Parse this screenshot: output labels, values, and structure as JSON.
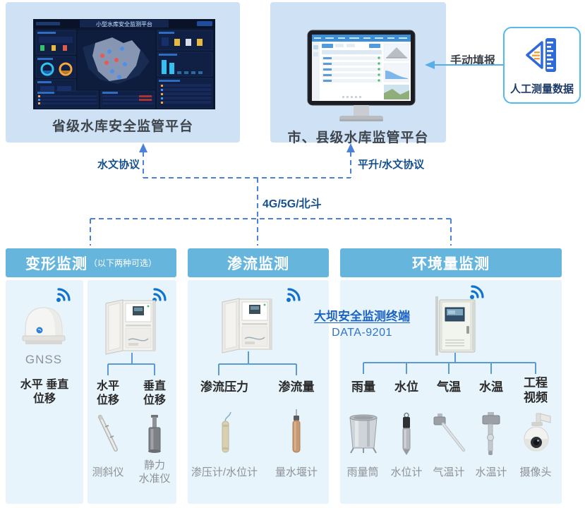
{
  "colors": {
    "top_box_bg": "#cfe1f5",
    "panel_header_bg": "#66b5dd",
    "panel_body_bg": "#e7f4fb",
    "dashed_link": "#4a82d9",
    "bracket_line": "#5b9bd5",
    "wifi_icon": "#1171cf",
    "terminal_blue": "#1b62c4",
    "protocol_text": "#15508e",
    "manual_box_border": "#55b8ee"
  },
  "icons": {
    "wireless": "wifi-icon",
    "manual_data": "ruler-measure-icon"
  },
  "top": {
    "provincial": {
      "label": "省级水库安全监管平台",
      "dashboard_title": "小型水库安全监测平台"
    },
    "city": {
      "label": "市、县级水库监管平台"
    },
    "manual": {
      "label": "人工测量数据",
      "arrow_label": "手动填报"
    }
  },
  "links": {
    "left_protocol": "水文协议",
    "right_protocol": "平升/水文协议",
    "network": "4G/5G/北斗"
  },
  "terminal": {
    "title": "大坝安全监测终端",
    "model": "DATA-9201"
  },
  "panels": {
    "deformation": {
      "title": "变形监测",
      "subtitle": "（以下两种可选）",
      "gnss_label": "GNSS",
      "gnss_measure": "水平 垂直\n位移",
      "branches": [
        "水平\n位移",
        "垂直\n位移"
      ],
      "sensors": [
        "测斜仪",
        "静力\n水准仪"
      ]
    },
    "seepage": {
      "title": "渗流监测",
      "branches": [
        "渗流压力",
        "渗流量"
      ],
      "sensors": [
        "渗压计/水位计",
        "量水堰计"
      ]
    },
    "environment": {
      "title": "环境量监测",
      "branches": [
        "雨量",
        "水位",
        "气温",
        "水温",
        "工程\n视频"
      ],
      "sensors": [
        "雨量筒",
        "水位计",
        "气温计",
        "水温计",
        "摄像头"
      ]
    }
  }
}
